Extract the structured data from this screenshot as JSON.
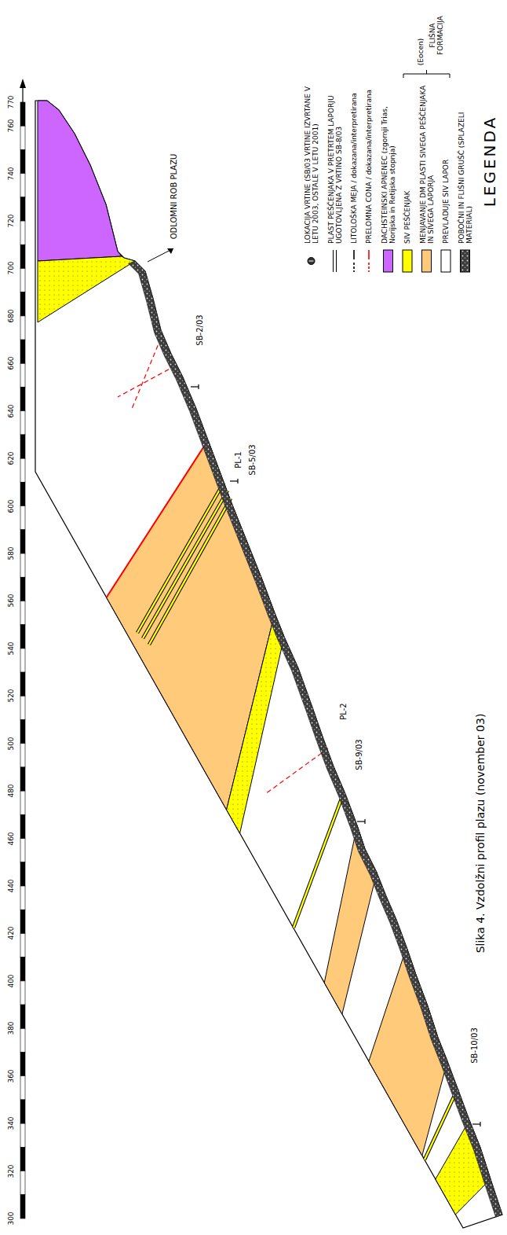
{
  "diagram": {
    "caption": "Slika 4. Vzdolžni profil plazu (november 03)",
    "labels": [
      "LEGENDA",
      "(Eocen)",
      "FLIŠNA FORMACIJA",
      "ODLOMNI ROB PLAZU",
      "SB-2/03",
      "PL-1",
      "SB-5/03",
      "PL-2",
      "SB-9/03",
      "SB-10/03",
      "770",
      "760",
      "740",
      "720",
      "700",
      "680",
      "660",
      "640",
      "620",
      "600",
      "580",
      "560",
      "540",
      "520",
      "500",
      "480",
      "460",
      "440",
      "420",
      "400",
      "380",
      "360",
      "340",
      "320",
      "300"
    ],
    "legend": [
      {
        "text": "POBOČNI IN FLIŠNI GRUŠČ (SPLAZELI MATERIAL)"
      },
      {
        "text": "PREVLADUJE SIV LAPOR",
        "color": "#ffffff"
      },
      {
        "text": "MENJAVANJE DM PLASTI SIVEGA PEŠČENJAKA IN SIVEGA LAPORJA",
        "color": "#ffca7a"
      },
      {
        "text": "SIV PEŠČENJAK",
        "color": "#ffff00"
      },
      {
        "text": "DACHSTEINSKI APNENEC (zgornji Trias, Norijska in Retijska stopnja)",
        "color": "#cc66ff"
      },
      {
        "text": "PRELOMNA CONA / dokazana/interpretirana"
      },
      {
        "text": "LITOLOŠKA MEJA / dokazana/interpretirana"
      },
      {
        "text": "PLAST PEŠČENJAKA V PRETRTEM LAPORJU UGOTOVLJENA Z VRTINO SB-8/03"
      },
      {
        "text": "LOKACIJA VRTINE (SB/03 VRTINE IZVRTANE V LETU 2003, OSTALE V LETU 2001)"
      }
    ]
  }
}
